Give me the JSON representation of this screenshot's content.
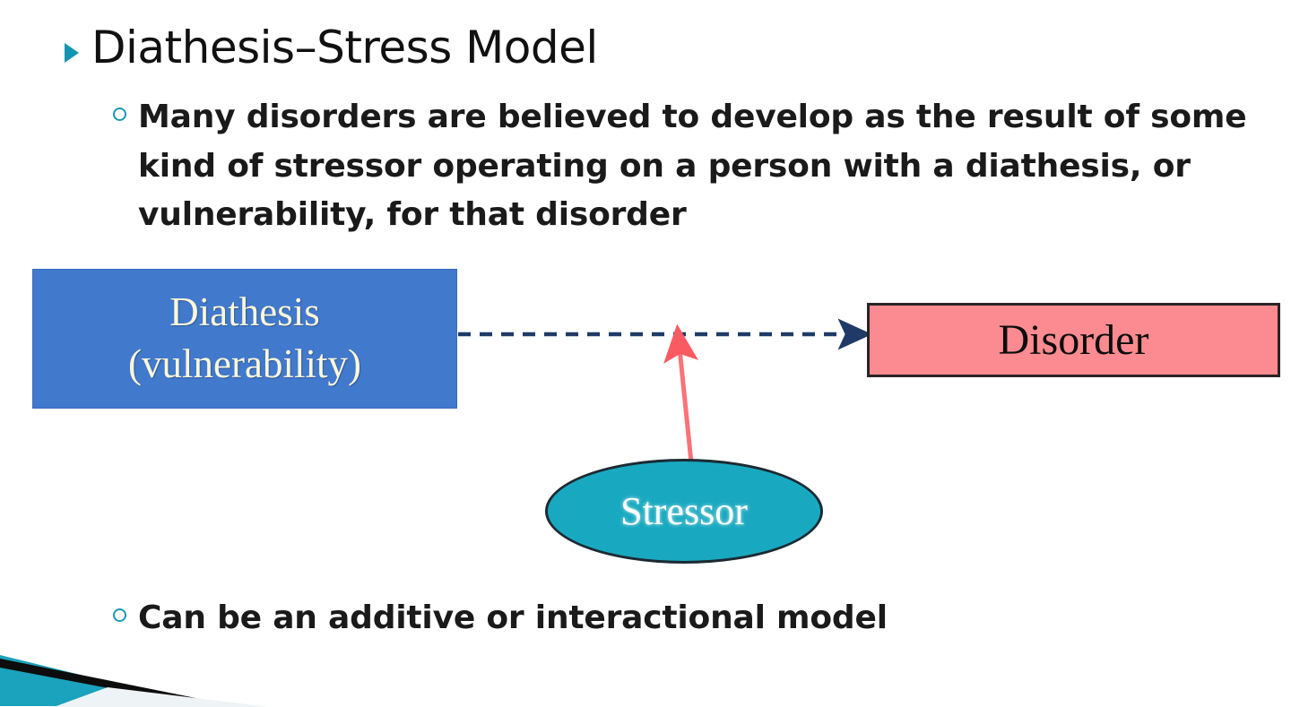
{
  "slide": {
    "title": "Diathesis–Stress Model",
    "title_bullet_icon": "triangle-bullet-icon",
    "bullets": [
      {
        "marker_icon": "circle-bullet-icon",
        "text": "Many disorders are believed to develop as the result of some kind of stressor operating on a person with a diathesis, or vulnerability, for that disorder"
      },
      {
        "marker_icon": "circle-bullet-icon",
        "text": "Can be an additive or interactional model"
      }
    ]
  },
  "diagram": {
    "nodes": {
      "diathesis": {
        "line1": "Diathesis",
        "line2": "(vulnerability)",
        "fill": "#4179cd",
        "text_color": "#fcf7d8"
      },
      "disorder": {
        "label": "Disorder",
        "fill": "#fb8b90",
        "border": "#2b2326",
        "text_color": "#0d0d0d"
      },
      "stressor": {
        "label": "Stressor",
        "fill": "#18a9c0",
        "border": "#1c2a33",
        "text_color": "#ffffff"
      }
    },
    "connectors": [
      {
        "name": "diathesis-to-disorder",
        "style": "dashed",
        "color": "#1f3a६6",
        "arrowhead": "right"
      },
      {
        "name": "stressor-to-link",
        "style": "solid",
        "color": "#f8696f",
        "arrowhead": "up"
      }
    ]
  },
  "theme": {
    "accent_teal": "#1295b0",
    "background": "#ffffff",
    "corner_deco_color": "#1ba2bc"
  }
}
